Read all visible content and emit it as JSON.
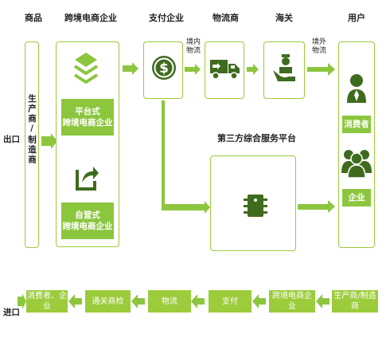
{
  "colors": {
    "accent": "#8cc63f",
    "border": "#9ccb3b",
    "text": "#222222"
  },
  "headers": {
    "goods": "商品",
    "cb_enterprise": "跨境电商企业",
    "payment": "支付企业",
    "logistics": "物流商",
    "customs": "海关",
    "user": "用户"
  },
  "side": {
    "export": "出口",
    "import": "进口"
  },
  "producer_vertical": "生产商/制造商",
  "enterprise": {
    "platform": [
      "平台式",
      "跨境电商企业"
    ],
    "selfrun": [
      "自营式",
      "跨境电商企业"
    ]
  },
  "notes": {
    "domestic": [
      "境内",
      "物流"
    ],
    "overseas": [
      "境外",
      "物流"
    ]
  },
  "third_party": "第三方综合服务平台",
  "user_labels": {
    "consumer": "消费者",
    "enterprise": "企业"
  },
  "icons": {
    "layers": "layers-icon",
    "share": "share-icon",
    "dollar": "dollar-coin-icon",
    "truck": "truck-icon",
    "customs": "customs-officer-icon",
    "chip": "chip-icon",
    "person": "person-icon",
    "group": "group-icon"
  },
  "import_flow": {
    "producer": [
      "生产商/制造",
      "商"
    ],
    "cb": [
      "跨境电商企",
      "业"
    ],
    "payment": "支付",
    "logistics": "物流",
    "inspection": "通关商检",
    "consumer": [
      "消费者、企",
      "业"
    ]
  }
}
